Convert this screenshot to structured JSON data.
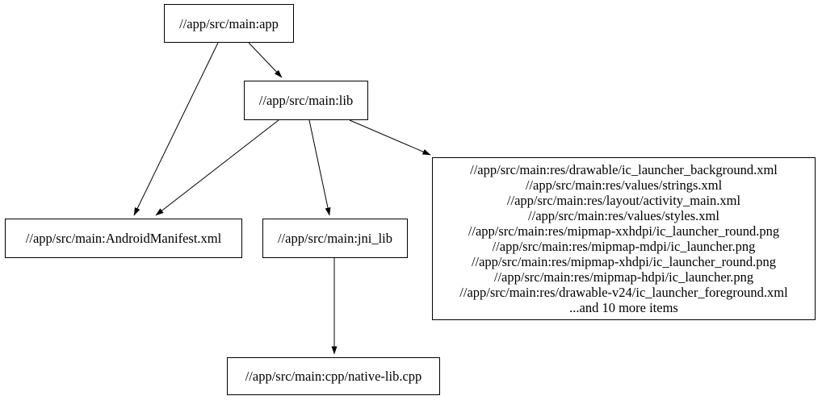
{
  "diagram": {
    "kind": "dependency-graph",
    "colors": {
      "background": "#ffffff",
      "node_border": "#000000",
      "node_fill": "#ffffff",
      "text": "#000000",
      "edge": "#000000"
    },
    "nodes": {
      "app": {
        "label": "//app/src/main:app"
      },
      "lib": {
        "label": "//app/src/main:lib"
      },
      "manifest": {
        "label": "//app/src/main:AndroidManifest.xml"
      },
      "jni_lib": {
        "label": "//app/src/main:jni_lib"
      },
      "native_lib": {
        "label": "//app/src/main:cpp/native-lib.cpp"
      },
      "res_group": {
        "lines": [
          "//app/src/main:res/drawable/ic_launcher_background.xml",
          "//app/src/main:res/values/strings.xml",
          "//app/src/main:res/layout/activity_main.xml",
          "//app/src/main:res/values/styles.xml",
          "//app/src/main:res/mipmap-xxhdpi/ic_launcher_round.png",
          "//app/src/main:res/mipmap-mdpi/ic_launcher.png",
          "//app/src/main:res/mipmap-xhdpi/ic_launcher_round.png",
          "//app/src/main:res/mipmap-hdpi/ic_launcher.png",
          "//app/src/main:res/drawable-v24/ic_launcher_foreground.xml",
          "...and 10 more items"
        ]
      }
    },
    "edges": [
      {
        "from": "//app/src/main:app",
        "to": "//app/src/main:lib"
      },
      {
        "from": "//app/src/main:app",
        "to": "//app/src/main:AndroidManifest.xml"
      },
      {
        "from": "//app/src/main:lib",
        "to": "//app/src/main:AndroidManifest.xml"
      },
      {
        "from": "//app/src/main:lib",
        "to": "//app/src/main:jni_lib"
      },
      {
        "from": "//app/src/main:lib",
        "to": "res_group"
      },
      {
        "from": "//app/src/main:jni_lib",
        "to": "//app/src/main:cpp/native-lib.cpp"
      }
    ]
  }
}
